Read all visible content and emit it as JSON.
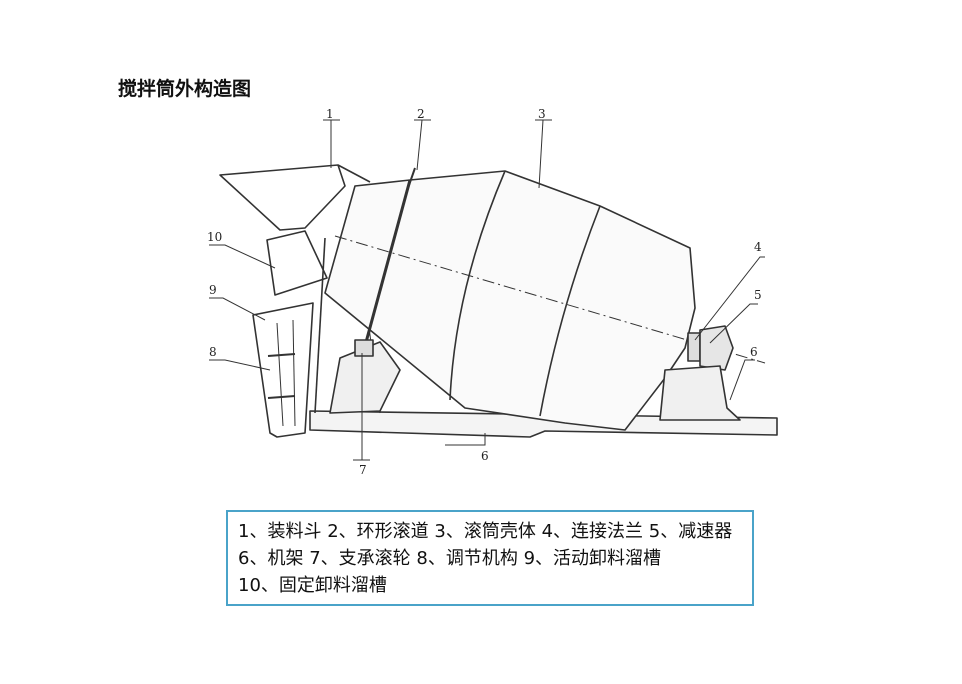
{
  "title": "搅拌筒外构造图",
  "diagram": {
    "callouts": [
      "1",
      "2",
      "3",
      "4",
      "5",
      "6",
      "6",
      "7",
      "8",
      "9",
      "10"
    ]
  },
  "legend": {
    "items": [
      "1、装料斗",
      "2、环形滚道",
      "3、滚筒壳体",
      "4、连接法兰",
      "5、减速器",
      "6、机架",
      "7、支承滚轮",
      "8、调节机构",
      "9、活动卸料溜槽",
      "10、固定卸料溜槽"
    ]
  },
  "colors": {
    "legend_border": "#4aa3c9",
    "drawing_ink": "#333333"
  }
}
